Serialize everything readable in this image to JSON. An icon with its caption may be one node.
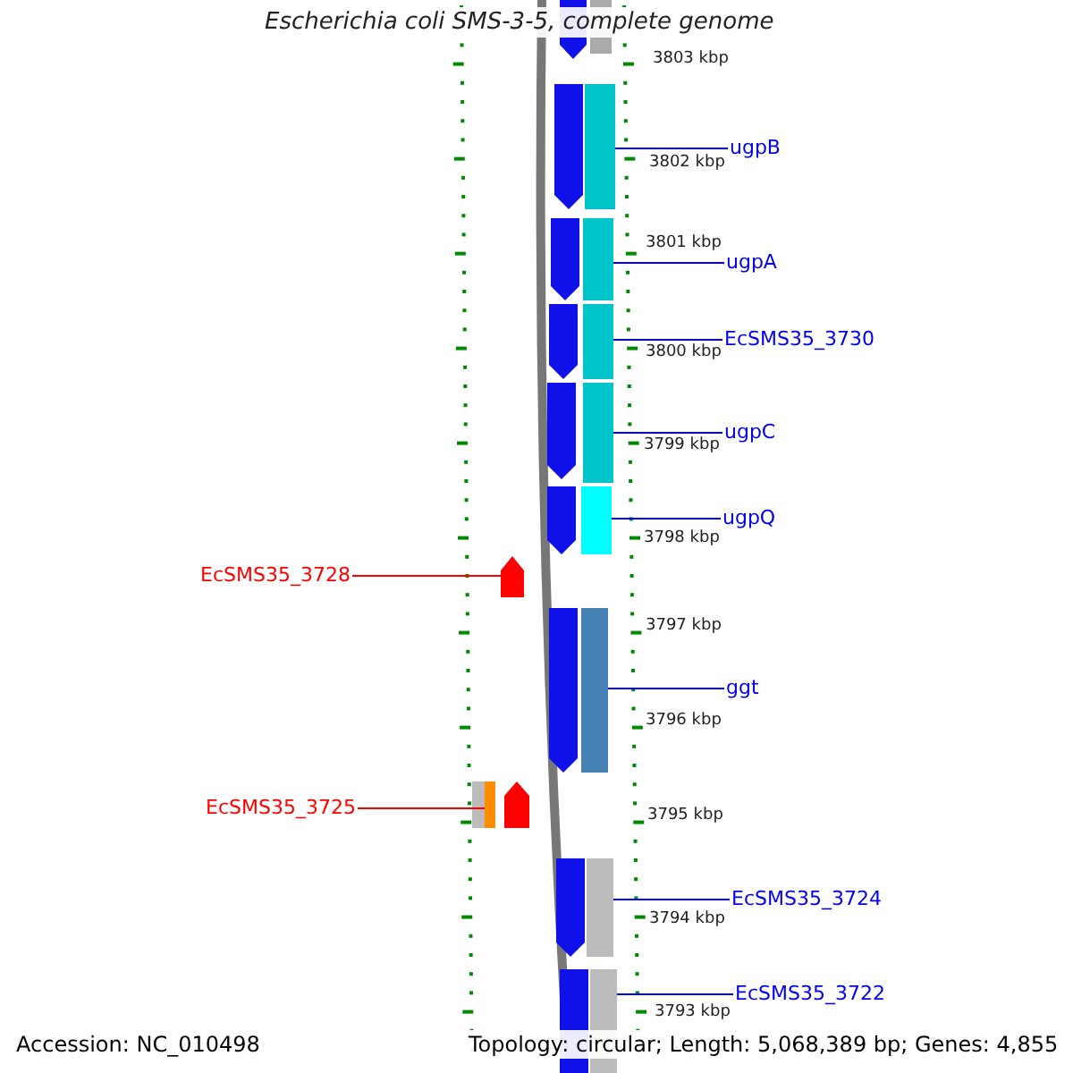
{
  "diagram": {
    "title": "Escherichia coli SMS-3-5, complete genome",
    "nodes": [
      {
        "text": [
          "ugpB"
        ]
      },
      {
        "text": [
          "ugpA"
        ]
      },
      {
        "text": [
          "EcSMS35_3730"
        ]
      },
      {
        "text": [
          "ugpC"
        ]
      },
      {
        "text": [
          "ugpQ"
        ]
      },
      {
        "text": [
          "EcSMS35_3728"
        ]
      },
      {
        "text": [
          "ggt"
        ]
      },
      {
        "text": [
          "EcSMS35_3725"
        ]
      },
      {
        "text": [
          "EcSMS35_3724"
        ]
      },
      {
        "text": [
          "EcSMS35_3722"
        ]
      },
      {
        "text": [],
        "shape": "bar"
      },
      {
        "text": [],
        "shape": "bar"
      },
      {
        "text": [],
        "shape": "bar"
      },
      {
        "text": [],
        "shape": "bar"
      },
      {
        "text": [],
        "shape": "bar"
      },
      {
        "text": [],
        "shape": "bar"
      },
      {
        "text": [],
        "shape": "bar"
      },
      {
        "text": [],
        "shape": "bar"
      },
      {
        "text": [],
        "shape": "bar"
      },
      {
        "text": [],
        "shape": "bar"
      },
      {
        "text": [],
        "shape": "bar"
      },
      {
        "text": [],
        "shape": "bar"
      },
      {
        "text": [],
        "shape": "bar"
      },
      {
        "text": [],
        "shape": "bar"
      },
      {
        "text": [],
        "shape": "bar"
      },
      {
        "text": [],
        "shape": "bar"
      },
      {
        "text": [],
        "shape": "bar"
      },
      {
        "text": [],
        "shape": "bar"
      },
      {
        "text": [],
        "shape": "bar"
      },
      {
        "text": [],
        "shape": "bar"
      },
      {
        "text": [],
        "shape": "bar"
      },
      {
        "text": [],
        "shape": "bar"
      }
    ],
    "edges": [
      {
        "from": 0,
        "to": 10,
        "arrow": "none"
      },
      {
        "from": 1,
        "to": 11,
        "arrow": "none"
      },
      {
        "from": 2,
        "to": 12,
        "arrow": "none"
      },
      {
        "from": 3,
        "to": 13,
        "arrow": "none"
      },
      {
        "from": 4,
        "to": 14,
        "arrow": "none"
      },
      {
        "from": 5,
        "to": 15,
        "arrow": "none",
        "color": "#ff0000"
      },
      {
        "from": 6,
        "to": 16,
        "arrow": "none"
      },
      {
        "from": 7,
        "to": 17,
        "arrow": "none",
        "color": "#ff0000"
      },
      {
        "from": 8,
        "to": 18,
        "arrow": "none"
      },
      {
        "from": 9,
        "to": 19,
        "arrow": "none"
      }
    ],
    "labels": [
      "3803 kbp",
      "3802 kbp",
      "3801 kbp",
      "3800 kbp",
      "3799 kbp",
      "3798 kbp",
      "3797 kbp",
      "3796 kbp",
      "3795 kbp",
      "3794 kbp",
      "3793 kbp",
      "Accession: NC_010498",
      "Topology: circular; Length: 5,068,389 bp; Genes: 4,855"
    ]
  }
}
